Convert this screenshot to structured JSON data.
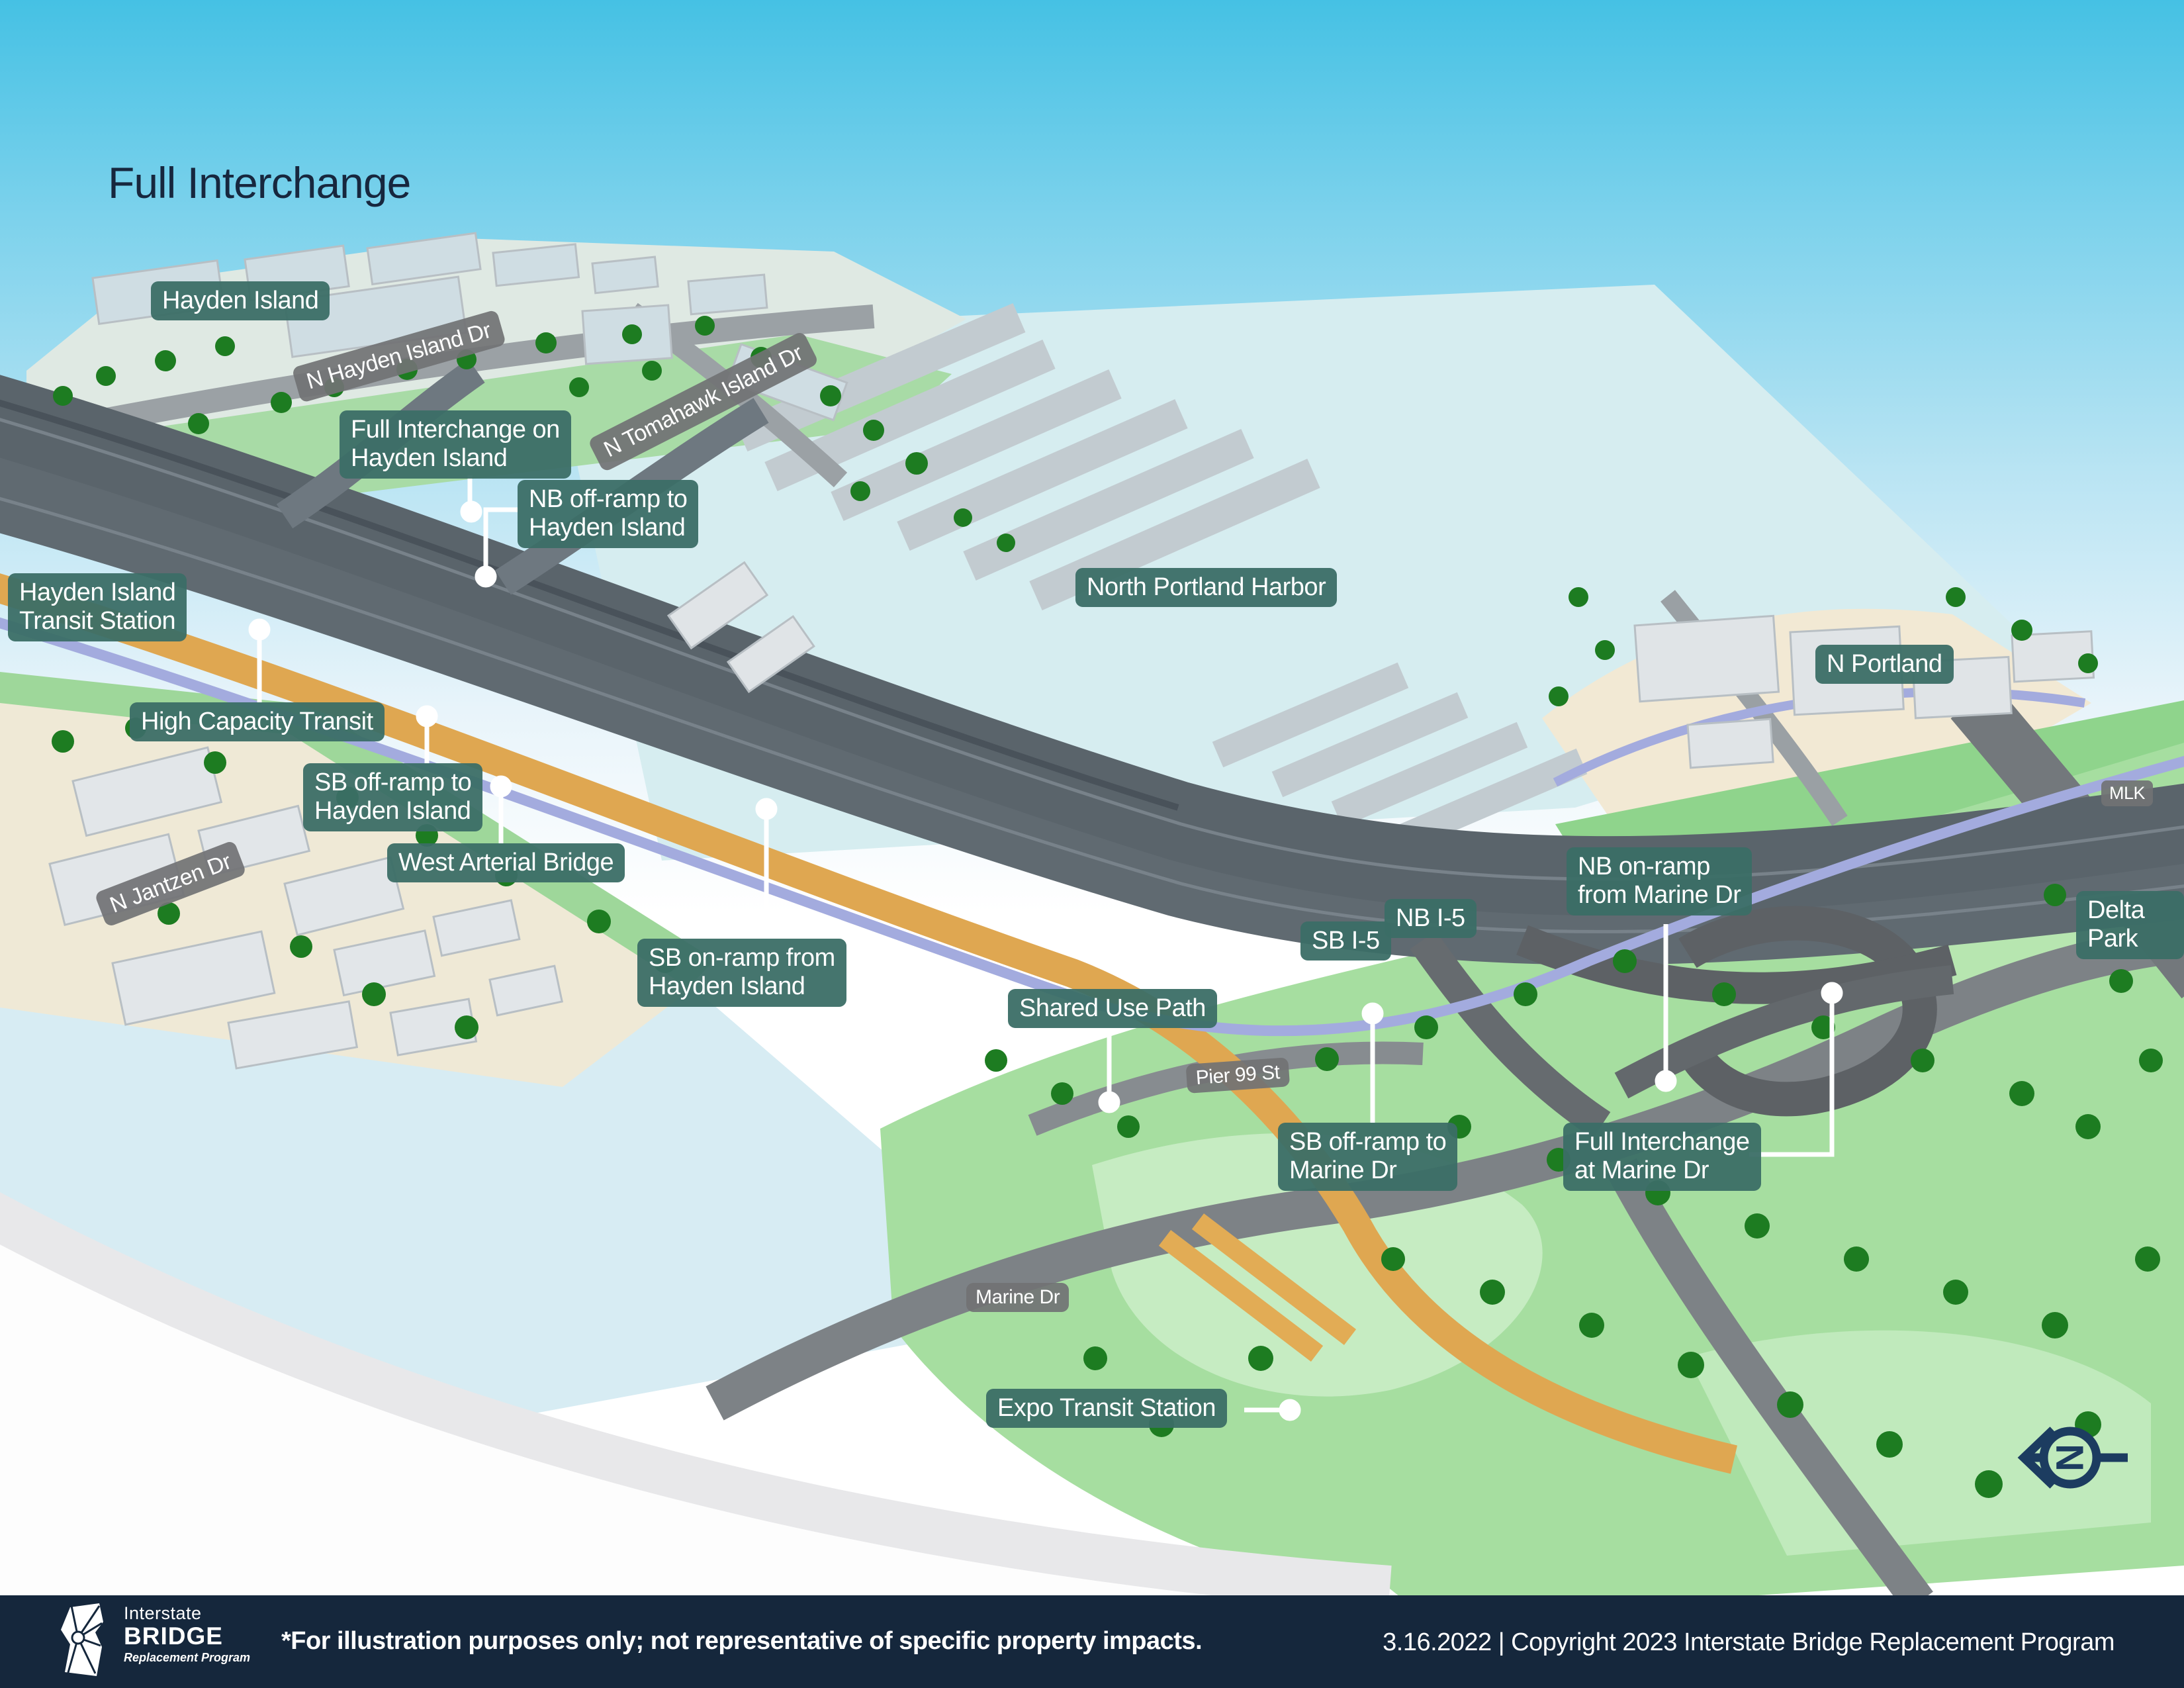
{
  "title": "Full Interchange",
  "colors": {
    "sky": "#45C1E4",
    "label_teal": "#3B6E66",
    "label_gray": "#717274",
    "navy_footer": "#15273C",
    "title_text": "#17273E",
    "transit_orange": "#DFA751",
    "shared_path_lavender": "#A3ABDE",
    "highway_gray": "#5A646B",
    "water": "#D6EDF0",
    "grass": "#A6DEA0",
    "callout_white": "#FFFFFF"
  },
  "labels": [
    {
      "id": "hayden-island",
      "text": "Hayden Island"
    },
    {
      "id": "n-hayden-island-dr",
      "text": "N Hayden Island Dr"
    },
    {
      "id": "full-interchange-on-hayden-island",
      "text": "Full Interchange on\nHayden Island"
    },
    {
      "id": "n-tomahawk-island-dr",
      "text": "N Tomahawk Island Dr"
    },
    {
      "id": "nb-off-ramp-to-hayden-island",
      "text": "NB off-ramp to\nHayden Island"
    },
    {
      "id": "hayden-island-transit-station",
      "text": "Hayden Island\nTransit Station"
    },
    {
      "id": "north-portland-harbor",
      "text": "North Portland Harbor"
    },
    {
      "id": "n-portland",
      "text": "N Portland"
    },
    {
      "id": "high-capacity-transit",
      "text": "High Capacity Transit"
    },
    {
      "id": "sb-off-ramp-to-hayden-island",
      "text": "SB off-ramp to\nHayden Island"
    },
    {
      "id": "mlk",
      "text": "MLK"
    },
    {
      "id": "west-arterial-bridge",
      "text": "West Arterial Bridge"
    },
    {
      "id": "nb-on-ramp-from-marine-dr",
      "text": "NB on-ramp\nfrom Marine Dr"
    },
    {
      "id": "n-jantzen-dr",
      "text": "N Jantzen Dr"
    },
    {
      "id": "nb-i-5",
      "text": "NB I-5"
    },
    {
      "id": "delta-park",
      "text": "Delta Park"
    },
    {
      "id": "sb-i-5",
      "text": "SB I-5"
    },
    {
      "id": "sb-on-ramp-from-hayden-island",
      "text": "SB on-ramp from\nHayden Island"
    },
    {
      "id": "shared-use-path",
      "text": "Shared Use Path"
    },
    {
      "id": "pier-99-st",
      "text": "Pier 99 St"
    },
    {
      "id": "sb-off-ramp-to-marine-dr",
      "text": "SB off-ramp to\nMarine Dr"
    },
    {
      "id": "full-interchange-at-marine-dr",
      "text": "Full Interchange\nat Marine Dr"
    },
    {
      "id": "marine-dr",
      "text": "Marine Dr"
    },
    {
      "id": "expo-transit-station",
      "text": "Expo Transit Station"
    }
  ],
  "compass": {
    "letter": "N"
  },
  "footer": {
    "logo": {
      "line1": "Interstate",
      "line2": "BRIDGE",
      "line3": "Replacement Program"
    },
    "disclaimer": "*For illustration purposes only; not representative of specific property impacts.",
    "copyright": "3.16.2022 | Copyright 2023 Interstate Bridge Replacement Program"
  }
}
